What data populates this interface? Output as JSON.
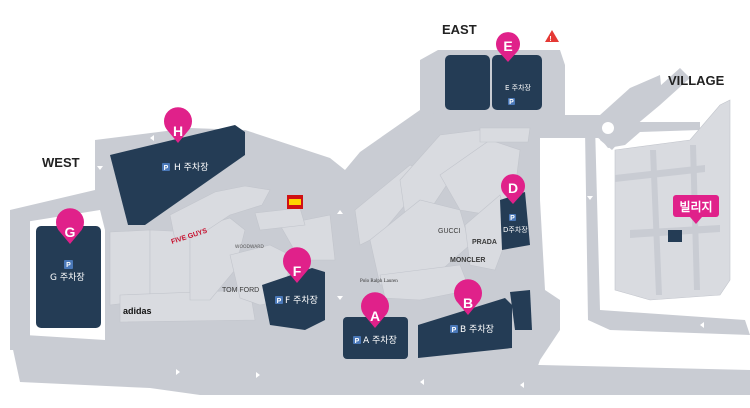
{
  "regions": {
    "west": "WEST",
    "east": "EAST",
    "village": "VILLAGE"
  },
  "parking_lots": [
    {
      "letter": "A",
      "label": "A 주차장"
    },
    {
      "letter": "B",
      "label": "B 주차장"
    },
    {
      "letter": "D",
      "label": "D주차장"
    },
    {
      "letter": "E",
      "label": "E 주차장"
    },
    {
      "letter": "F",
      "label": "F 주차장"
    },
    {
      "letter": "G",
      "label": "G 주차장"
    },
    {
      "letter": "H",
      "label": "H 주차장"
    }
  ],
  "parking_badge": "P",
  "village_tag": "빌리지",
  "brands": {
    "five_guys": "FIVE GUYS",
    "tom_ford": "TOM FORD",
    "adidas": "adidas",
    "prada": "PRADA",
    "gucci": "GUCCI",
    "moncler": "MONCLER",
    "polo": "Polo Ralph Lauren",
    "woodward": "WOODWARD"
  },
  "colors": {
    "road": "#c9ccd3",
    "parking": "#243c55",
    "pin": "#e0218a",
    "building": "#d9dbe0"
  }
}
